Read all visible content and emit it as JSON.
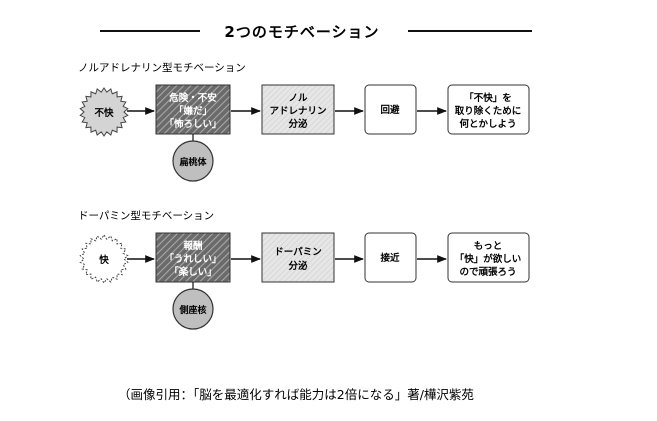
{
  "header": {
    "title": "2つのモチベーション"
  },
  "rows": [
    {
      "label": "ノルアドレナリン型モチベーション",
      "start": "不快",
      "emotion": [
        "危険・不安",
        "「嫌だ」",
        "「怖ろしい」"
      ],
      "brain": "扁桃体",
      "secretion": [
        "ノル",
        "アドレナリン",
        "分泌"
      ],
      "action": "回避",
      "result": [
        "「不快」を",
        "取り除くために",
        "何とかしよう"
      ]
    },
    {
      "label": "ドーパミン型モチベーション",
      "start": "快",
      "emotion": [
        "報酬",
        "「うれしい」",
        "「楽しい」"
      ],
      "brain": "側座核",
      "secretion": [
        "ドーパミン",
        "分泌"
      ],
      "action": "接近",
      "result": [
        "もっと",
        "「快」が欲しい",
        "ので頑張ろう"
      ]
    }
  ],
  "caption": "（画像引用：「脳を最適化すれば能力は2倍になる」著/樺沢紫苑"
}
